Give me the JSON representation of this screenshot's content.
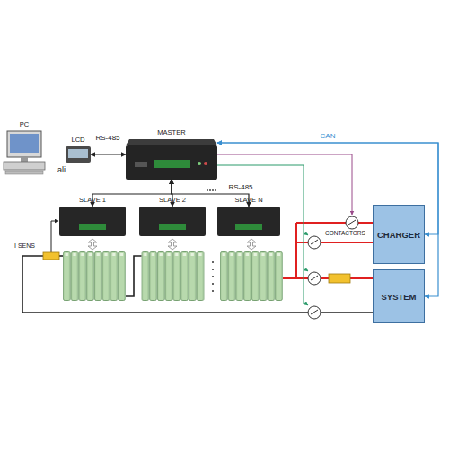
{
  "diagram": {
    "nodes": [
      {
        "text": [
          "PC"
        ]
      },
      {
        "text": [
          "LCD"
        ]
      },
      {
        "text": [
          "MASTER"
        ]
      },
      {
        "text": [
          "SLAVE 1"
        ]
      },
      {
        "text": [
          "SLAVE 2"
        ]
      },
      {
        "text": [
          "SLAVE N"
        ]
      },
      {
        "text": [
          "CHARGER"
        ]
      },
      {
        "text": [
          "SYSTEM"
        ]
      }
    ],
    "edges": [
      {
        "from": 1,
        "to": 2,
        "arrow": "both",
        "label": "RS-485"
      },
      {
        "from": 2,
        "to": 3,
        "arrow": "both"
      },
      {
        "from": 2,
        "to": 4,
        "arrow": "both"
      },
      {
        "from": 2,
        "to": 5,
        "arrow": "both",
        "label": "RS-485"
      },
      {
        "from": 2,
        "to": 6,
        "arrow": "both",
        "label": "CAN"
      },
      {
        "from": 2,
        "to": 7,
        "arrow": "both"
      }
    ],
    "labels": [
      "ali",
      "I SENS",
      "CONTACTORS"
    ]
  }
}
